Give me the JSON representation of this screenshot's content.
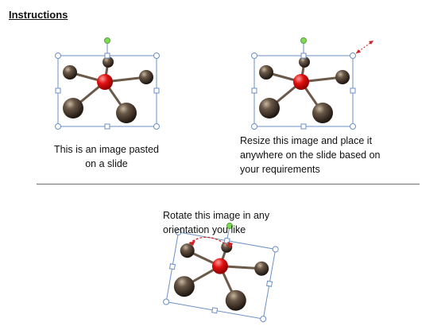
{
  "instructions_heading": "Instructions",
  "captions": {
    "pasted": "This is an image pasted on a slide",
    "resize": "Resize this image and place it anywhere on the slide based on your requirements",
    "rotate": "Rotate this image in any orientation you like"
  },
  "colors": {
    "handle_stroke": "#6b8fc4",
    "rotation_handle": "#7ed957",
    "center_atom": "#e01010",
    "outer_atom": "#4a3a2a",
    "arrow": "#d02020"
  }
}
